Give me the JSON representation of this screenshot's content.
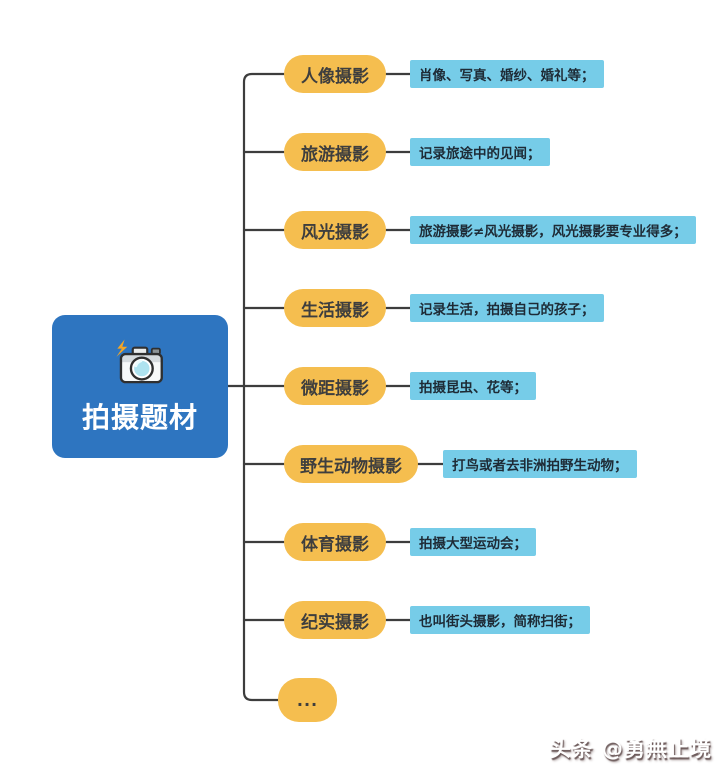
{
  "root": {
    "title": "拍摄题材",
    "icon": "camera-with-flash"
  },
  "branches": [
    {
      "topic": "人像摄影",
      "note": "肖像、写真、婚纱、婚礼等；"
    },
    {
      "topic": "旅游摄影",
      "note": "记录旅途中的见闻；"
    },
    {
      "topic": "风光摄影",
      "note": "旅游摄影≠风光摄影，风光摄影要专业得多；"
    },
    {
      "topic": "生活摄影",
      "note": "记录生活，拍摄自己的孩子；"
    },
    {
      "topic": "微距摄影",
      "note": "拍摄昆虫、花等；"
    },
    {
      "topic": "野生动物摄影",
      "note": "打鸟或者去非洲拍野生动物；"
    },
    {
      "topic": "体育摄影",
      "note": "拍摄大型运动会；"
    },
    {
      "topic": "纪实摄影",
      "note": "也叫街头摄影，简称扫街；"
    },
    {
      "topic": "..."
    }
  ],
  "watermark": "头条 @勇無止境",
  "colors": {
    "root-bg": "#2e75c0",
    "topic-bg": "#f5be4f",
    "note-bg": "#76cce8",
    "line": "#3d3d3d"
  }
}
